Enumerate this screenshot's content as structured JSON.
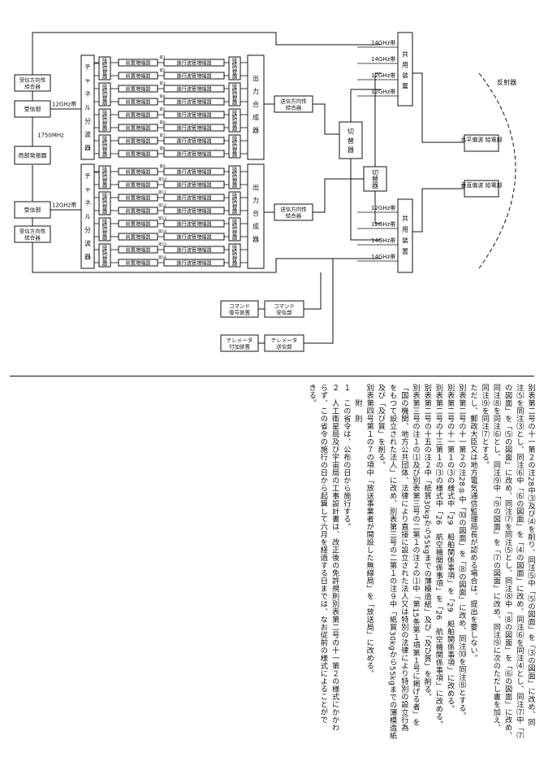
{
  "diagram": {
    "left": {
      "top_receive_coupler": "受信方向性\n結合器",
      "top_receiver": "受信部",
      "local_oscillator": "局部発振器",
      "freq_1750": "1750MHz",
      "bottom_receiver": "受信部",
      "bottom_receive_coupler": "受信方向性\n結合器",
      "if_12ghz_top": "12GHz帯",
      "if_12ghz_bottom": "12GHz帯"
    },
    "channel_filter": "チャネル分波器",
    "connection_switch": "接続切替器",
    "output_combiner": "出力合成器",
    "upper_units": {
      "pre_amps": [
        "前置増幅器",
        "前置増幅器",
        "前置増幅器",
        "前置増幅器",
        "前置増幅器",
        "前置増幅器",
        "前置増幅器",
        "前置増幅器"
      ],
      "twtas": [
        "進行波管増幅器",
        "進行波管増幅器",
        "進行波管増幅器",
        "進行波管増幅器",
        "進行波管増幅器",
        "進行波管増幅器",
        "進行波管増幅器",
        "進行波管増幅器"
      ],
      "channel_tags": [
        "第1",
        "第2",
        "第3",
        "第4",
        "第5",
        "第6",
        "第7",
        "第8"
      ]
    },
    "lower_units": {
      "pre_amps": [
        "前置増幅器",
        "前置増幅器",
        "前置増幅器",
        "前置増幅器",
        "前置増幅器",
        "前置増幅器",
        "前置増幅器",
        "前置増幅器"
      ],
      "twtas": [
        "進行波管増幅器",
        "進行波管増幅器",
        "進行波管増幅器",
        "進行波管増幅器",
        "進行波管増幅器",
        "進行波管増幅器",
        "進行波管増幅器",
        "進行波管増幅器"
      ],
      "channel_tags": [
        "第9",
        "第10",
        "第11",
        "第12",
        "第13",
        "第14",
        "第15",
        "第16"
      ]
    },
    "transmit_coupler_top": "送信方向性\n結合器",
    "transmit_coupler_bottom": "送信方向性\n結合器",
    "switch_1": "切替器",
    "switch_2": "切替器",
    "common_device_top": "共用装置",
    "common_device_bottom": "共用装置",
    "band_top": [
      "14GHz帯",
      "14GHz帯",
      "12GHz帯",
      "12GHz帯"
    ],
    "band_bottom": [
      "12GHz帯",
      "12GHz帯",
      "14GHz帯",
      "14GHz帯"
    ],
    "horizontal_feed": "水平偏波\n給電部",
    "vertical_feed": "垂直偏波\n給電部",
    "reflector": "反射器",
    "command_decoder": "コマンド\n復号装置",
    "command_receiver": "コマンド\n受信部",
    "telemetry_encoder": "テレメータ\n付加装置",
    "telemetry_transmitter": "テレメータ\n送信部"
  },
  "document": {
    "columns": [
      "別表第二号の十一第２の注28中⑶及び⑷を削り、同注⑸中「⑸の図面」を「⑶の図面」に改め、同",
      "注⑸を同注⑶とし、同注⑹中「⑹の図面」を「⑷の図面」に改め、同注⑹を同注⑷とし、同注⑺中「⑺",
      "の図面」を「⑸の図面」に改め、同注⑺を同注⑸とし、同注⑻中「⑻の図面」を「⑹の図面」に改め、",
      "同注⑻を同注⑹とし、同注⑼中「⑼の図面」を「⑺の図面」に改め、同注⑼に次のただし書を加え、",
      "同注⑼を同注⑺とする。",
      "ただし、郵政大臣又は地方電気通信監理局長が認める場合は、提出を要しない。",
      "別表第二号の十一第２の注28⑩中「⑽の図面」を「⑻の図面」に改め、同注⑽を同注⑻とする。",
      "別表第二号の十一第１の⑶の様式中「29　船舶関係事項」を「29　船舶関係事項」に改める。",
      "別表第二号の十三第１の⑶の様式中「26　航空機関係事項」を「26　航空機関係事項」に改める。",
      "別表第二号の十五の注２中「紙質30kgから55kgまでの薄模造紙」及び「及び質」を削る。",
      "別表第三号の注１の⑴及び別表第三号の二第１の注２の⑴中「第15条第１項第１号に掲げる者」を",
      "「国の機関、地方公共団体、法律により直接に設立された法人又は特別の法律により特別の設立行為",
      "をもつて設立された法人」に改め、別表第三号の二第１の注９中「紙質30kgから55kgまでの薄模造紙",
      "及び「及び質」を削る。",
      "別表第四号第１の７の項中「放送事業者が開設した無線局」を「放送局」に改める。",
      "　　附　則",
      "１　この省令は、公布の日から施行する。",
      "２　人工衛星局及び宇宙局の工事設計書は、改正後の免許規則別表第二号の十一第２の様式にかかわ",
      "らず、この省令の施行の日から起算して六月を経過する日までは、なお従前の様式によることがで",
      "きる。"
    ]
  }
}
